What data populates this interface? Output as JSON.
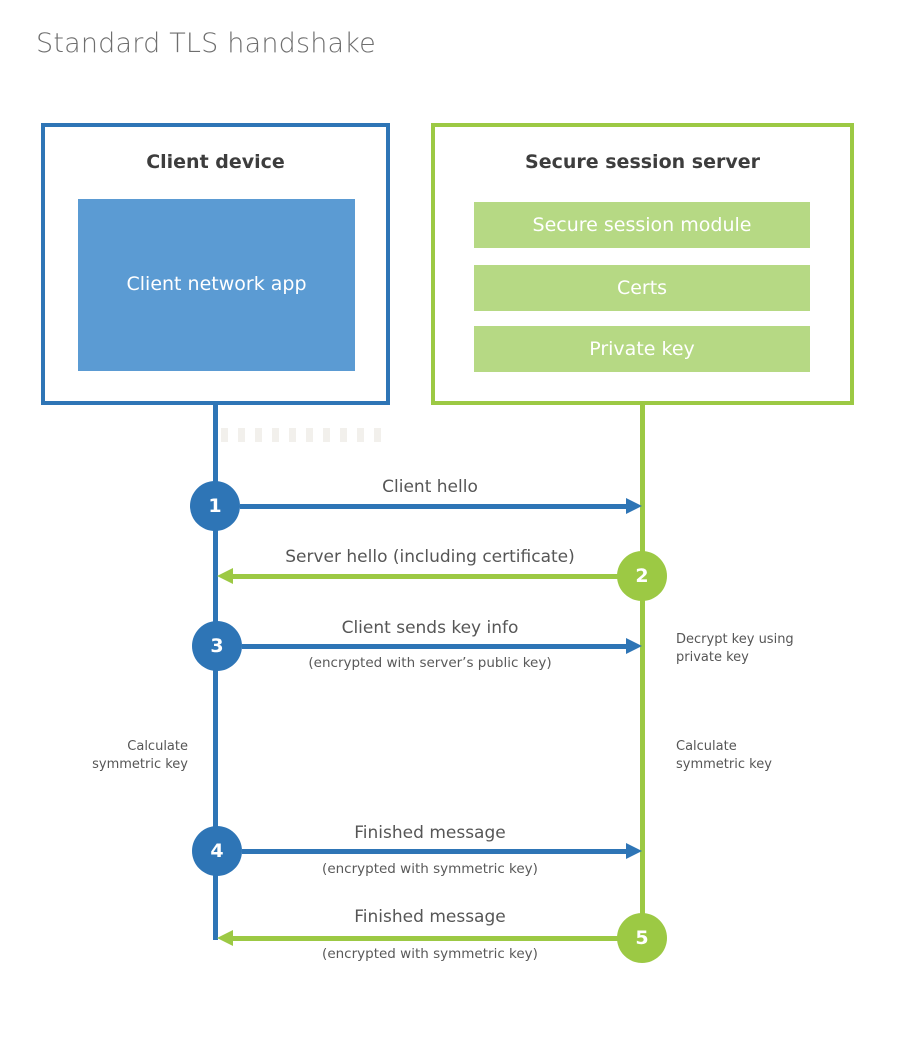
{
  "title": "Standard TLS handshake",
  "colors": {
    "blue": "#2e75b6",
    "blue_light": "#5b9bd3",
    "green": "#9cc944",
    "green_light": "#b6d984"
  },
  "client_box": {
    "title": "Client device",
    "app": "Client network app"
  },
  "server_box": {
    "title": "Secure session server",
    "modules": [
      "Secure session module",
      "Certs",
      "Private key"
    ]
  },
  "steps": [
    {
      "num": "1",
      "label": "Client hello",
      "sub": "",
      "direction": "right",
      "color": "blue"
    },
    {
      "num": "2",
      "label": "Server hello (including certificate)",
      "sub": "",
      "direction": "left",
      "color": "green"
    },
    {
      "num": "3",
      "label": "Client sends key info",
      "sub": "(encrypted with server’s public key)",
      "direction": "right",
      "color": "blue"
    },
    {
      "num": "4",
      "label": "Finished message",
      "sub": "(encrypted with symmetric key)",
      "direction": "right",
      "color": "blue"
    },
    {
      "num": "5",
      "label": "Finished message",
      "sub": "(encrypted with symmetric key)",
      "direction": "left",
      "color": "green"
    }
  ],
  "side_notes": {
    "decrypt_key": "Decrypt key using private key",
    "calculate_left": "Calculate symmetric key",
    "calculate_right": "Calculate symmetric key"
  }
}
